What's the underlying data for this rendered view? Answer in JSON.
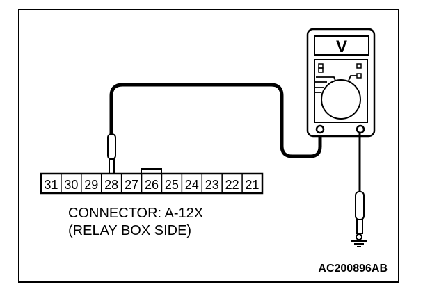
{
  "meter": {
    "display_label": "V"
  },
  "connector": {
    "pins": [
      "31",
      "30",
      "29",
      "28",
      "27",
      "26",
      "25",
      "24",
      "23",
      "22",
      "21"
    ],
    "probed_pin": "28",
    "label_line1": "CONNECTOR: A-12X",
    "label_line2": "(RELAY BOX SIDE)"
  },
  "figure_id": "AC200896AB",
  "colors": {
    "stroke": "#000000",
    "background": "#ffffff"
  }
}
